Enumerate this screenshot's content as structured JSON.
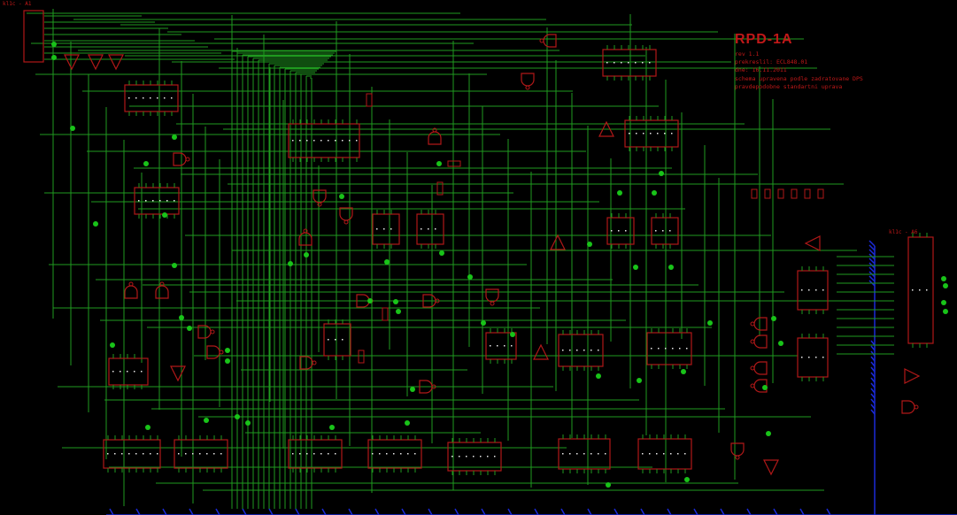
{
  "title_block": {
    "title": "RPD-1A",
    "lines": [
      "rev 1.1",
      "prekreslil: ECL848.01",
      "dne: 16.11.2011",
      "schema upravena podle zadratovane DPS",
      "pravdepodobne standartni uprava"
    ]
  },
  "connectors": {
    "top_left": "kl1c - A1",
    "right": "kl1c - A6"
  },
  "colors": {
    "background": "#000000",
    "wire": "#1f9a1f",
    "component": "#b01818",
    "junction": "#19c319",
    "bus": "#1a2ad8",
    "label": "#e8e8e8"
  }
}
